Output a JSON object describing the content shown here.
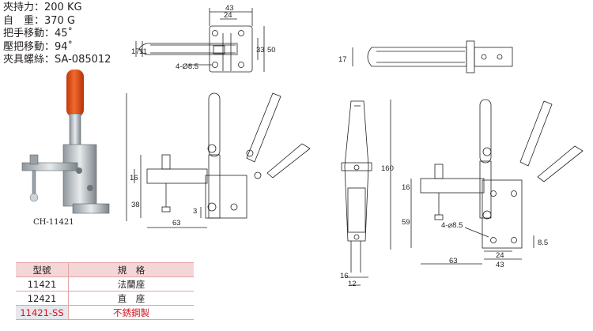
{
  "specs": [
    {
      "label": "夾持力：",
      "value": "200 KG"
    },
    {
      "label": "自　重：",
      "value": "370 G"
    },
    {
      "label": "把手移動：",
      "value": "45˚"
    },
    {
      "label": "壓把移動：",
      "value": "94˚"
    },
    {
      "label": "夾具螺絲：",
      "value": "SA-085012"
    }
  ],
  "photo_caption": "CH-11421",
  "dims_top": {
    "d43": "43",
    "d24": "24",
    "d17": "17",
    "d11": "11",
    "d33": "33",
    "d50": "50",
    "hole": "4-Ø8.5"
  },
  "dims_front": {
    "d16": "16",
    "d38": "38",
    "d3": "3",
    "d63": "63"
  },
  "dims_side": {
    "d17": "17"
  },
  "dims_end": {
    "d16": "16",
    "d12": "12"
  },
  "dims_right": {
    "d160": "160",
    "d16": "16",
    "d59": "59",
    "hole": "4-⌀8.5",
    "d63": "63",
    "d24": "24",
    "d43": "43",
    "d8_5": "8.5"
  },
  "table": {
    "headers": [
      "型號",
      "規　格"
    ],
    "rows": [
      {
        "model": "11421",
        "spec": "法蘭座"
      },
      {
        "model": "12421",
        "spec": "直　座"
      },
      {
        "model": "11421-SS",
        "spec": "不銹鋼製"
      }
    ]
  },
  "colors": {
    "handle_grip": "#e8501a",
    "ss_text": "#d4141e",
    "table_header": "#f4d6d7",
    "line": "#231f20"
  }
}
